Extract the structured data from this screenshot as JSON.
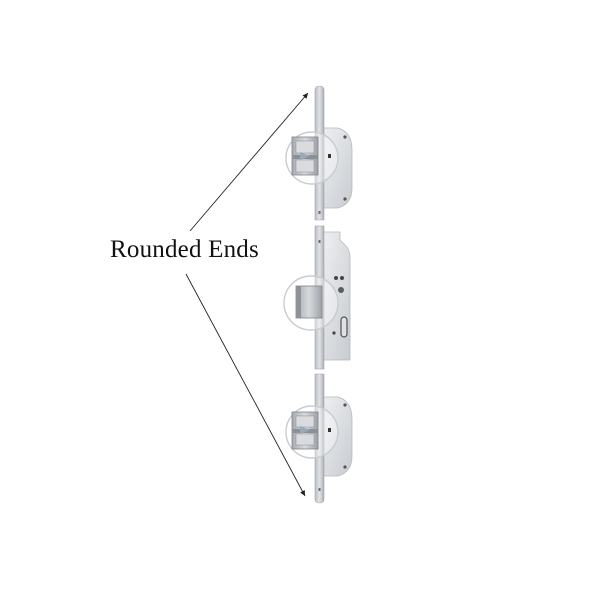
{
  "figure": {
    "label": "Rounded Ends",
    "subject": "multipoint-door-lock",
    "components": [
      {
        "name": "top-hook-bolt-unit",
        "end": "rounded-top-end"
      },
      {
        "name": "center-gearbox-with-latch",
        "feature": "euro-cylinder-cutout"
      },
      {
        "name": "bottom-hook-bolt-unit",
        "end": "rounded-bottom-end"
      }
    ],
    "annotations": [
      {
        "from": "label",
        "to": "top-rounded-end",
        "type": "arrow"
      },
      {
        "from": "label",
        "to": "bottom-rounded-end",
        "type": "arrow"
      }
    ]
  },
  "colors": {
    "background": "#ffffff",
    "metal_light": "#e6e8eb",
    "metal_mid": "#c9ccd1",
    "metal_dark": "#9a9ea4",
    "arrow": "#222222",
    "text": "#111111"
  }
}
